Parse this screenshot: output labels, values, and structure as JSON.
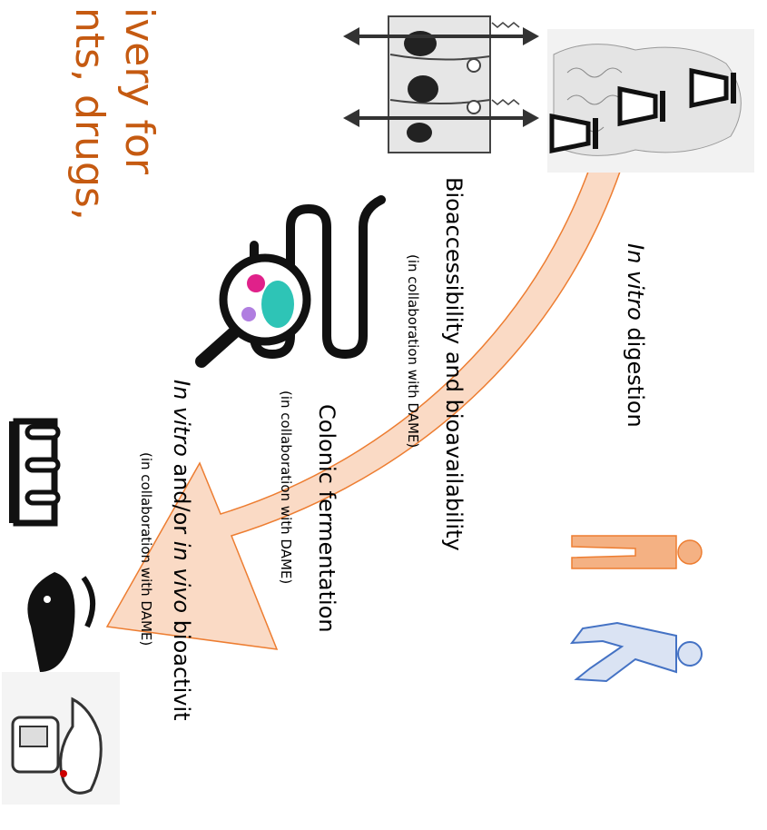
{
  "title_fragments": {
    "line1": "ivery for",
    "line2": "nts, drugs,"
  },
  "labels": {
    "digestion": {
      "italic": "In vitro",
      "rest": " digestion"
    },
    "bioaccess": {
      "text": "Bioaccessibility and bioavailability",
      "collab": "(in collaboration with DAME)"
    },
    "colonic": {
      "text": "Colonic fermentation",
      "collab": "(in collaboration with DAME)"
    },
    "bioactivity": {
      "italic1": "In vitro",
      "mid": " and/or ",
      "italic2": "in vivo",
      "rest": " bioactivit",
      "collab": "(in collaboration with DAME)"
    }
  },
  "icons": [
    "gut-epithelium-icon",
    "human-body-beakers-icon",
    "intestine-magnifier-icon",
    "person-standing-icon",
    "person-lying-icon",
    "test-tubes-rack-icon",
    "rat-head-icon",
    "glucometer-hand-icon"
  ],
  "colors": {
    "accent": "#c55a11",
    "arrow_fill": "#f8cbad",
    "arrow_stroke": "#ed7d31",
    "person_orange": "#f4b183",
    "person_blue": "#dae3f3",
    "person_blue_stroke": "#4472c4"
  }
}
